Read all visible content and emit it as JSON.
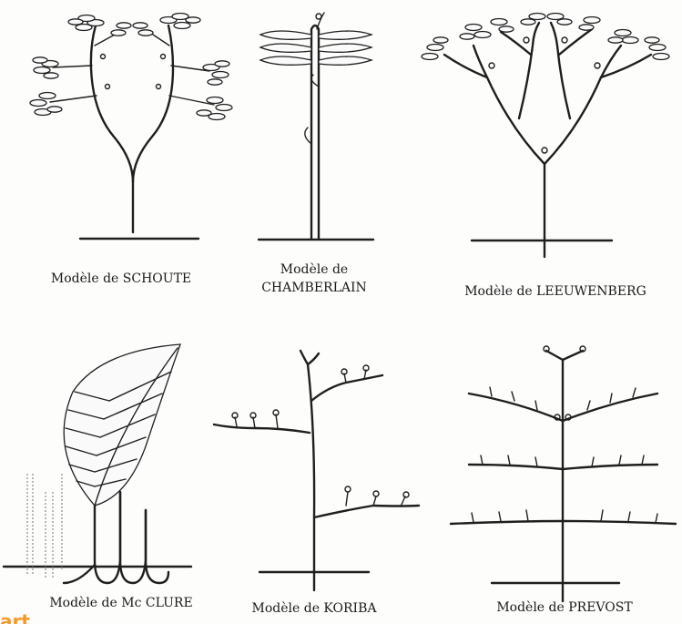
{
  "models": [
    {
      "id": "schoute",
      "caption": "Modèle de SCHOUTE"
    },
    {
      "id": "chamberlain",
      "caption_line1": "Modèle de",
      "caption_line2": "CHAMBERLAIN"
    },
    {
      "id": "leeuwenberg",
      "caption": "Modèle de LEEUWENBERG"
    },
    {
      "id": "mcclure",
      "caption": "Modèle de Mc CLURE"
    },
    {
      "id": "koriba",
      "caption": "Modèle de KORIBA"
    },
    {
      "id": "prevost",
      "caption": "Modèle de PREVOST"
    }
  ],
  "corner_mark": "art",
  "colors": {
    "ink": "#1f1f1f",
    "paper": "#fdfdfc",
    "corner_mark": "#f29a2e"
  }
}
